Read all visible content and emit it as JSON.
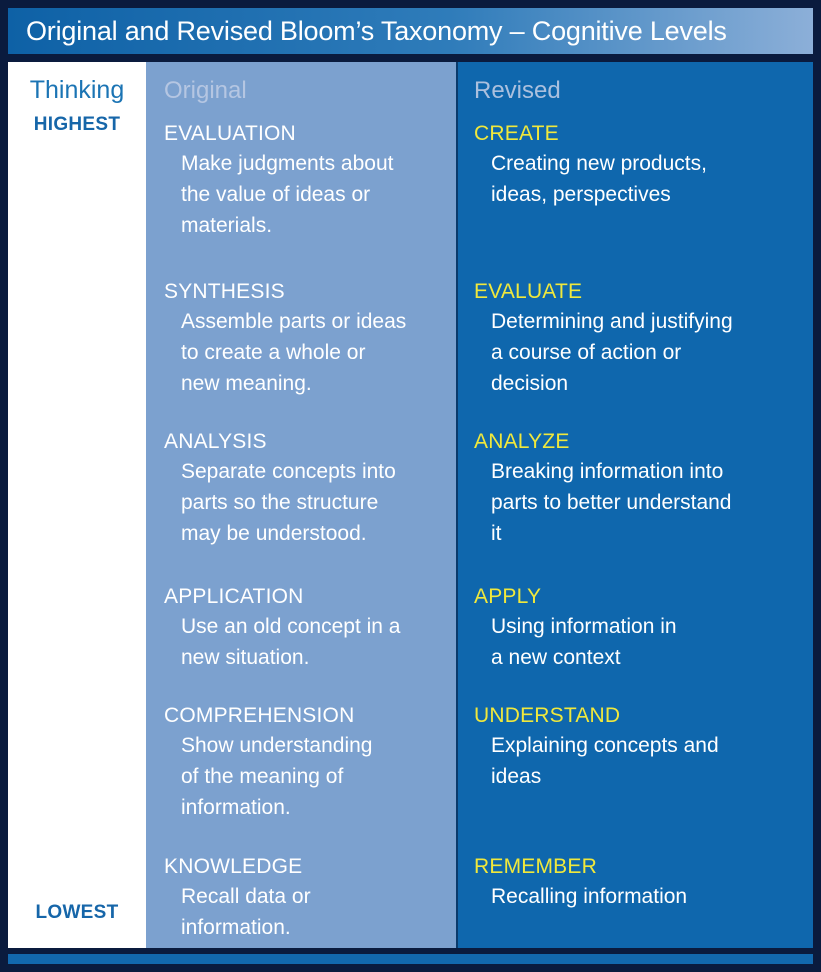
{
  "title": "Original and Revised Bloom’s Taxonomy – Cognitive Levels",
  "colors": {
    "outer_border": "#0a1b3e",
    "title_gradient_left": "#0e61a6",
    "title_gradient_right": "#8cafd8",
    "thinking_column_bg": "#ffffff",
    "original_column_bg": "#7ca1cf",
    "revised_column_bg": "#0f67ad",
    "revised_level_name_yellow": "#f0e83c",
    "thinking_text_blue": "#1b74b4",
    "body_text": "#ffffff",
    "footer_bar": "#1268ad"
  },
  "thinking": {
    "header": "Thinking",
    "highest": "HIGHEST",
    "lowest": "LOWEST"
  },
  "original": {
    "header": "Original",
    "levels": [
      {
        "name": "EVALUATION",
        "description": "Make judgments about\nthe value of ideas or\nmaterials."
      },
      {
        "name": "SYNTHESIS",
        "description": "Assemble parts or ideas\nto create a whole or\nnew meaning."
      },
      {
        "name": "ANALYSIS",
        "description": "Separate concepts into\nparts so the structure\nmay be understood."
      },
      {
        "name": "APPLICATION",
        "description": "Use an old concept in a\nnew situation."
      },
      {
        "name": "COMPREHENSION",
        "description": "Show understanding\nof the meaning of\ninformation."
      },
      {
        "name": "KNOWLEDGE",
        "description": "Recall data or\ninformation."
      }
    ]
  },
  "revised": {
    "header": "Revised",
    "levels": [
      {
        "name": "CREATE",
        "description": "Creating new products,\nideas, perspectives"
      },
      {
        "name": "EVALUATE",
        "description": "Determining and justifying\na course of action or\ndecision"
      },
      {
        "name": "ANALYZE",
        "description": "Breaking information into\nparts to better understand\nit"
      },
      {
        "name": "APPLY",
        "description": "Using information in\na new context"
      },
      {
        "name": "UNDERSTAND",
        "description": "Explaining concepts and\nideas"
      },
      {
        "name": "REMEMBER",
        "description": "Recalling information"
      }
    ]
  }
}
